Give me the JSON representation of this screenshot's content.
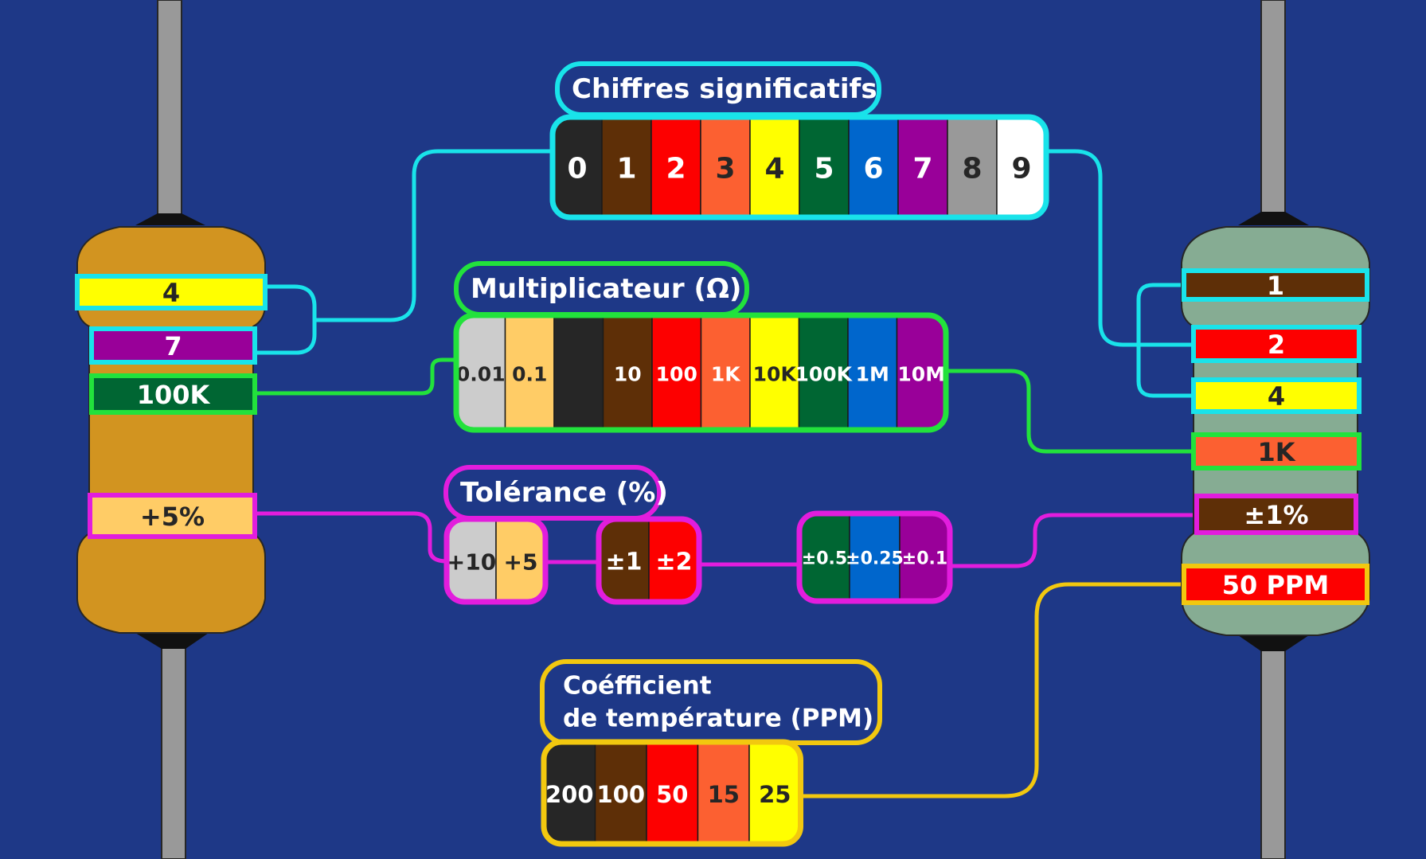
{
  "colors": {
    "background": "#1e3887",
    "cyan": "#19e3ea",
    "green": "#22e23c",
    "magenta": "#e21ddd",
    "gold": "#f2c80f",
    "black": "#262626",
    "brown": "#5e2f07",
    "red": "#fd0000",
    "orange": "#fc6031",
    "yellow": "#ffff00",
    "dark_green": "#006633",
    "blue": "#0066cc",
    "violet": "#990099",
    "grey": "#999999",
    "white": "#ffffff",
    "silver": "#cccccc",
    "gold_band": "#ffcc66",
    "tan_body": "#d29420",
    "sage_body": "#86ac93",
    "lead": "#999999"
  },
  "significant_digits": {
    "title": "Chiffres significatifs",
    "items": [
      {
        "label": "0",
        "color": "#262626",
        "text_color": "#ffffff"
      },
      {
        "label": "1",
        "color": "#5e2f07",
        "text_color": "#ffffff"
      },
      {
        "label": "2",
        "color": "#fd0000",
        "text_color": "#ffffff"
      },
      {
        "label": "3",
        "color": "#fc6031",
        "text_color": "#262626"
      },
      {
        "label": "4",
        "color": "#ffff00",
        "text_color": "#262626"
      },
      {
        "label": "5",
        "color": "#006633",
        "text_color": "#ffffff"
      },
      {
        "label": "6",
        "color": "#0066cc",
        "text_color": "#ffffff"
      },
      {
        "label": "7",
        "color": "#990099",
        "text_color": "#ffffff"
      },
      {
        "label": "8",
        "color": "#999999",
        "text_color": "#262626"
      },
      {
        "label": "9",
        "color": "#ffffff",
        "text_color": "#262626"
      }
    ]
  },
  "multiplier": {
    "title": "Multiplicateur (Ω)",
    "items": [
      {
        "label": "0.01",
        "color": "#cccccc",
        "text_color": "#262626"
      },
      {
        "label": "0.1",
        "color": "#ffcc66",
        "text_color": "#262626"
      },
      {
        "label": "",
        "color": "#262626",
        "text_color": "#ffffff"
      },
      {
        "label": "10",
        "color": "#5e2f07",
        "text_color": "#ffffff"
      },
      {
        "label": "100",
        "color": "#fd0000",
        "text_color": "#ffffff"
      },
      {
        "label": "1K",
        "color": "#fc6031",
        "text_color": "#ffffff"
      },
      {
        "label": "10K",
        "color": "#ffff00",
        "text_color": "#262626"
      },
      {
        "label": "100K",
        "color": "#006633",
        "text_color": "#ffffff"
      },
      {
        "label": "1M",
        "color": "#0066cc",
        "text_color": "#ffffff"
      },
      {
        "label": "10M",
        "color": "#990099",
        "text_color": "#ffffff"
      }
    ]
  },
  "tolerance": {
    "title": "Tolérance (%)",
    "groups": [
      [
        {
          "label": "+10",
          "color": "#cccccc",
          "text_color": "#262626"
        },
        {
          "label": "+5",
          "color": "#ffcc66",
          "text_color": "#262626"
        }
      ],
      [
        {
          "label": "±1",
          "color": "#5e2f07",
          "text_color": "#ffffff"
        },
        {
          "label": "±2",
          "color": "#fd0000",
          "text_color": "#ffffff"
        }
      ],
      [
        {
          "label": "±0.5",
          "color": "#006633",
          "text_color": "#ffffff"
        },
        {
          "label": "±0.25",
          "color": "#0066cc",
          "text_color": "#ffffff"
        },
        {
          "label": "±0.1",
          "color": "#990099",
          "text_color": "#ffffff"
        }
      ]
    ]
  },
  "temperature_coefficient": {
    "title_line1": "Coéfficient",
    "title_line2": "de température (PPM)",
    "items": [
      {
        "label": "200",
        "color": "#262626",
        "text_color": "#ffffff"
      },
      {
        "label": "100",
        "color": "#5e2f07",
        "text_color": "#ffffff"
      },
      {
        "label": "50",
        "color": "#fd0000",
        "text_color": "#ffffff"
      },
      {
        "label": "15",
        "color": "#fc6031",
        "text_color": "#262626"
      },
      {
        "label": "25",
        "color": "#ffff00",
        "text_color": "#262626"
      }
    ]
  },
  "left_resistor": {
    "bands": [
      {
        "label": "4",
        "color": "#ffff00",
        "text_color": "#262626",
        "outline": "cyan"
      },
      {
        "label": "7",
        "color": "#990099",
        "text_color": "#ffffff",
        "outline": "cyan"
      },
      {
        "label": "100K",
        "color": "#006633",
        "text_color": "#ffffff",
        "outline": "green"
      },
      {
        "label": "+5%",
        "color": "#ffcc66",
        "text_color": "#262626",
        "outline": "magenta"
      }
    ]
  },
  "right_resistor": {
    "bands": [
      {
        "label": "1",
        "color": "#5e2f07",
        "text_color": "#ffffff",
        "outline": "cyan"
      },
      {
        "label": "2",
        "color": "#fd0000",
        "text_color": "#ffffff",
        "outline": "cyan"
      },
      {
        "label": "4",
        "color": "#ffff00",
        "text_color": "#262626",
        "outline": "cyan"
      },
      {
        "label": "1K",
        "color": "#fc6031",
        "text_color": "#262626",
        "outline": "green"
      },
      {
        "label": "±1%",
        "color": "#5e2f07",
        "text_color": "#ffffff",
        "outline": "magenta"
      },
      {
        "label": "50 PPM",
        "color": "#fd0000",
        "text_color": "#ffffff",
        "outline": "gold"
      }
    ]
  }
}
